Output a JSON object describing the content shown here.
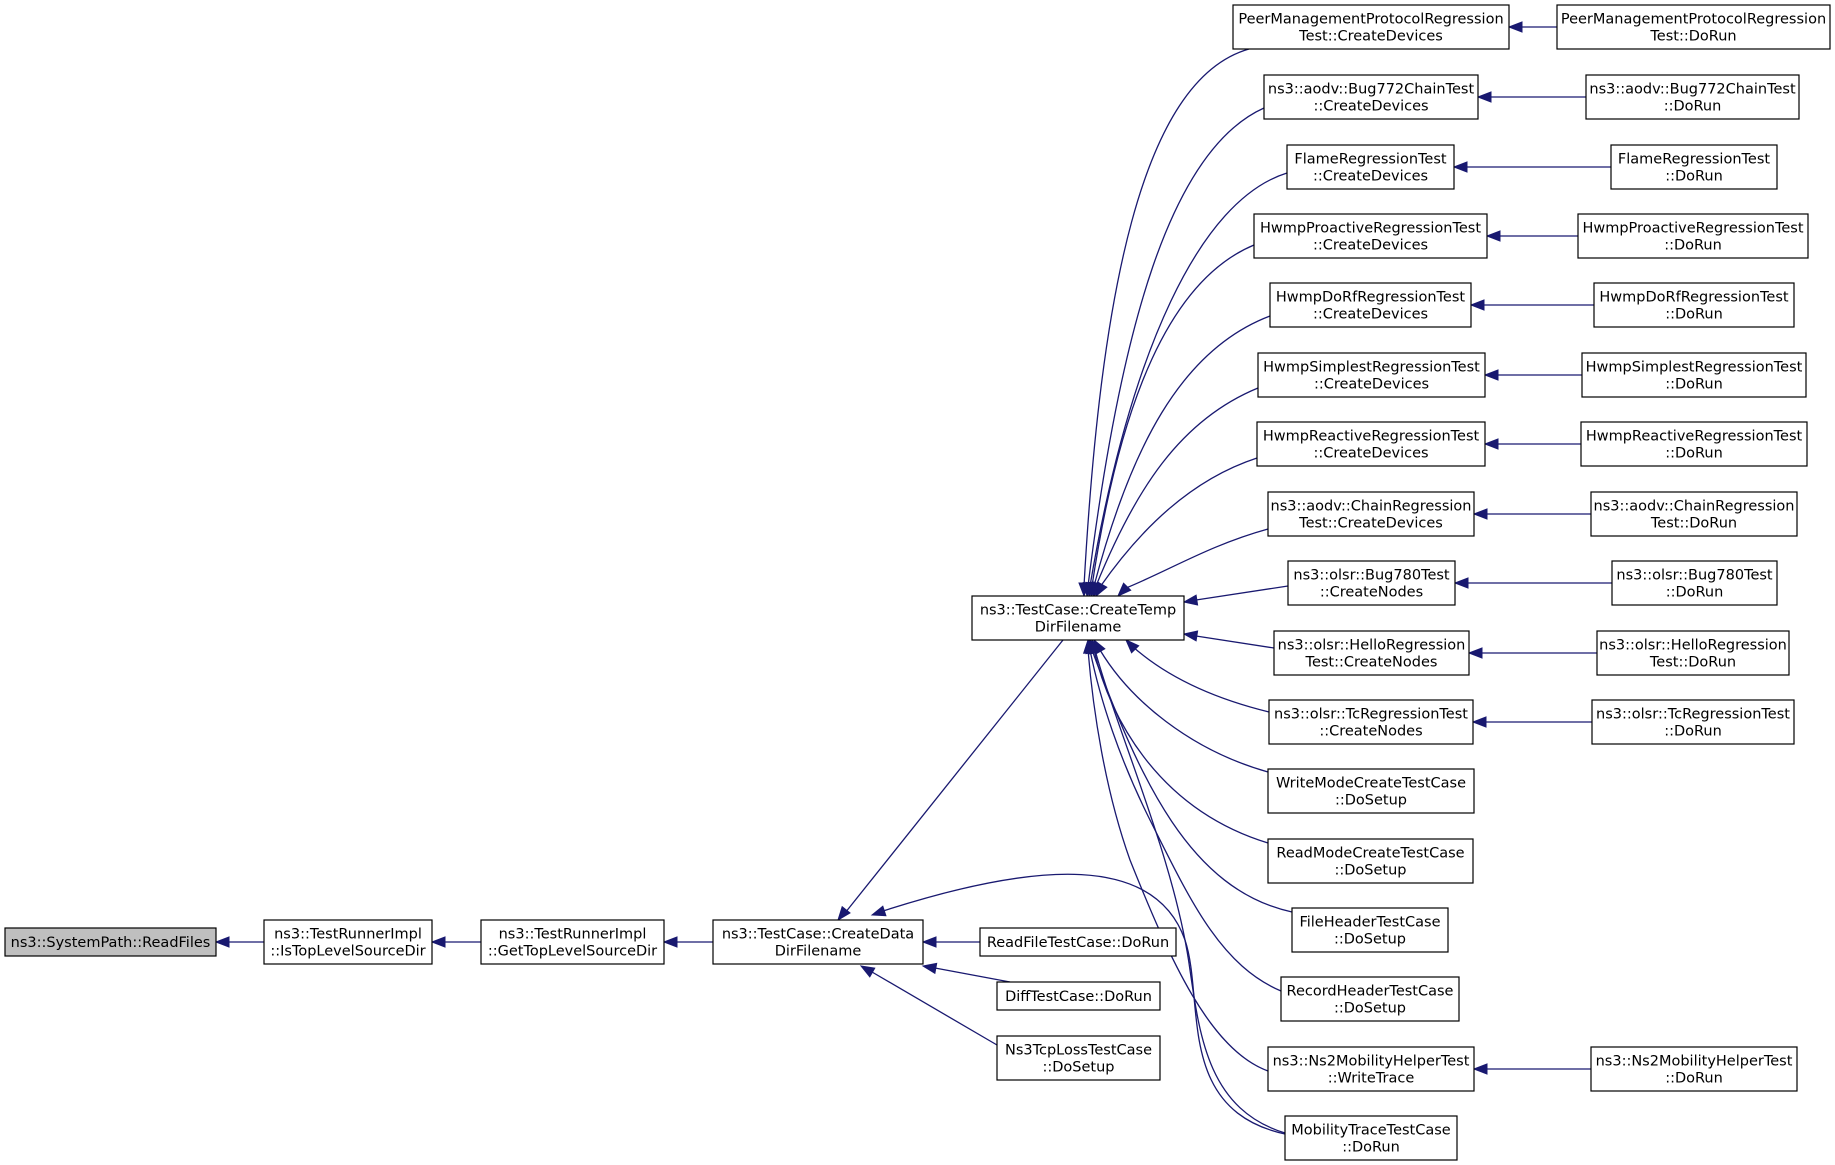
{
  "diagram": {
    "type": "call-graph",
    "colors": {
      "edge": "#191970",
      "root_fill": "#bfbfbf",
      "node_fill": "#ffffff",
      "border": "#000000"
    },
    "nodes": [
      {
        "id": "readfiles",
        "lines": [
          "ns3::SystemPath::ReadFiles"
        ],
        "root": true
      },
      {
        "id": "istoplevel",
        "lines": [
          "ns3::TestRunnerImpl",
          "::IsTopLevelSourceDir"
        ]
      },
      {
        "id": "gettoplevel",
        "lines": [
          "ns3::TestRunnerImpl",
          "::GetTopLevelSourceDir"
        ]
      },
      {
        "id": "createdata",
        "lines": [
          "ns3::TestCase::CreateData",
          "DirFilename"
        ]
      },
      {
        "id": "createtemp",
        "lines": [
          "ns3::TestCase::CreateTemp",
          "DirFilename"
        ]
      },
      {
        "id": "readfiletc",
        "lines": [
          "ReadFileTestCase::DoRun"
        ]
      },
      {
        "id": "difftc",
        "lines": [
          "DiffTestCase::DoRun"
        ]
      },
      {
        "id": "ns3tcploss",
        "lines": [
          "Ns3TcpLossTestCase",
          "::DoSetup"
        ]
      },
      {
        "id": "peer_cd",
        "lines": [
          "PeerManagementProtocolRegression",
          "Test::CreateDevices"
        ]
      },
      {
        "id": "peer_dr",
        "lines": [
          "PeerManagementProtocolRegression",
          "Test::DoRun"
        ]
      },
      {
        "id": "bug772_cd",
        "lines": [
          "ns3::aodv::Bug772ChainTest",
          "::CreateDevices"
        ]
      },
      {
        "id": "bug772_dr",
        "lines": [
          "ns3::aodv::Bug772ChainTest",
          "::DoRun"
        ]
      },
      {
        "id": "flame_cd",
        "lines": [
          "FlameRegressionTest",
          "::CreateDevices"
        ]
      },
      {
        "id": "flame_dr",
        "lines": [
          "FlameRegressionTest",
          "::DoRun"
        ]
      },
      {
        "id": "hwmppro_cd",
        "lines": [
          "HwmpProactiveRegressionTest",
          "::CreateDevices"
        ]
      },
      {
        "id": "hwmppro_dr",
        "lines": [
          "HwmpProactiveRegressionTest",
          "::DoRun"
        ]
      },
      {
        "id": "hwmpdorf_cd",
        "lines": [
          "HwmpDoRfRegressionTest",
          "::CreateDevices"
        ]
      },
      {
        "id": "hwmpdorf_dr",
        "lines": [
          "HwmpDoRfRegressionTest",
          "::DoRun"
        ]
      },
      {
        "id": "hwmpsim_cd",
        "lines": [
          "HwmpSimplestRegressionTest",
          "::CreateDevices"
        ]
      },
      {
        "id": "hwmpsim_dr",
        "lines": [
          "HwmpSimplestRegressionTest",
          "::DoRun"
        ]
      },
      {
        "id": "hwmprea_cd",
        "lines": [
          "HwmpReactiveRegressionTest",
          "::CreateDevices"
        ]
      },
      {
        "id": "hwmprea_dr",
        "lines": [
          "HwmpReactiveRegressionTest",
          "::DoRun"
        ]
      },
      {
        "id": "aodvchain_cd",
        "lines": [
          "ns3::aodv::ChainRegression",
          "Test::CreateDevices"
        ]
      },
      {
        "id": "aodvchain_dr",
        "lines": [
          "ns3::aodv::ChainRegression",
          "Test::DoRun"
        ]
      },
      {
        "id": "bug780_cn",
        "lines": [
          "ns3::olsr::Bug780Test",
          "::CreateNodes"
        ]
      },
      {
        "id": "bug780_dr",
        "lines": [
          "ns3::olsr::Bug780Test",
          "::DoRun"
        ]
      },
      {
        "id": "hello_cn",
        "lines": [
          "ns3::olsr::HelloRegression",
          "Test::CreateNodes"
        ]
      },
      {
        "id": "hello_dr",
        "lines": [
          "ns3::olsr::HelloRegression",
          "Test::DoRun"
        ]
      },
      {
        "id": "tc_cn",
        "lines": [
          "ns3::olsr::TcRegressionTest",
          "::CreateNodes"
        ]
      },
      {
        "id": "tc_dr",
        "lines": [
          "ns3::olsr::TcRegressionTest",
          "::DoRun"
        ]
      },
      {
        "id": "writemode",
        "lines": [
          "WriteModeCreateTestCase",
          "::DoSetup"
        ]
      },
      {
        "id": "readmode",
        "lines": [
          "ReadModeCreateTestCase",
          "::DoSetup"
        ]
      },
      {
        "id": "fileheader",
        "lines": [
          "FileHeaderTestCase",
          "::DoSetup"
        ]
      },
      {
        "id": "recordheader",
        "lines": [
          "RecordHeaderTestCase",
          "::DoSetup"
        ]
      },
      {
        "id": "ns2mob_wt",
        "lines": [
          "ns3::Ns2MobilityHelperTest",
          "::WriteTrace"
        ]
      },
      {
        "id": "ns2mob_dr",
        "lines": [
          "ns3::Ns2MobilityHelperTest",
          "::DoRun"
        ]
      },
      {
        "id": "mobtrace",
        "lines": [
          "MobilityTraceTestCase",
          "::DoRun"
        ]
      }
    ],
    "edges": [
      {
        "from": "istoplevel",
        "to": "readfiles"
      },
      {
        "from": "gettoplevel",
        "to": "istoplevel"
      },
      {
        "from": "createdata",
        "to": "gettoplevel"
      },
      {
        "from": "createtemp",
        "to": "createdata"
      },
      {
        "from": "readfiletc",
        "to": "createdata"
      },
      {
        "from": "difftc",
        "to": "createdata"
      },
      {
        "from": "ns3tcploss",
        "to": "createdata"
      },
      {
        "from": "mobtrace",
        "to": "createdata"
      },
      {
        "from": "peer_cd",
        "to": "createtemp"
      },
      {
        "from": "bug772_cd",
        "to": "createtemp"
      },
      {
        "from": "flame_cd",
        "to": "createtemp"
      },
      {
        "from": "hwmppro_cd",
        "to": "createtemp"
      },
      {
        "from": "hwmpdorf_cd",
        "to": "createtemp"
      },
      {
        "from": "hwmpsim_cd",
        "to": "createtemp"
      },
      {
        "from": "hwmprea_cd",
        "to": "createtemp"
      },
      {
        "from": "aodvchain_cd",
        "to": "createtemp"
      },
      {
        "from": "bug780_cn",
        "to": "createtemp"
      },
      {
        "from": "hello_cn",
        "to": "createtemp"
      },
      {
        "from": "tc_cn",
        "to": "createtemp"
      },
      {
        "from": "writemode",
        "to": "createtemp"
      },
      {
        "from": "readmode",
        "to": "createtemp"
      },
      {
        "from": "fileheader",
        "to": "createtemp"
      },
      {
        "from": "recordheader",
        "to": "createtemp"
      },
      {
        "from": "ns2mob_wt",
        "to": "createtemp"
      },
      {
        "from": "mobtrace",
        "to": "createtemp"
      },
      {
        "from": "peer_dr",
        "to": "peer_cd"
      },
      {
        "from": "bug772_dr",
        "to": "bug772_cd"
      },
      {
        "from": "flame_dr",
        "to": "flame_cd"
      },
      {
        "from": "hwmppro_dr",
        "to": "hwmppro_cd"
      },
      {
        "from": "hwmpdorf_dr",
        "to": "hwmpdorf_cd"
      },
      {
        "from": "hwmpsim_dr",
        "to": "hwmpsim_cd"
      },
      {
        "from": "hwmprea_dr",
        "to": "hwmprea_cd"
      },
      {
        "from": "aodvchain_dr",
        "to": "aodvchain_cd"
      },
      {
        "from": "bug780_dr",
        "to": "bug780_cn"
      },
      {
        "from": "hello_dr",
        "to": "hello_cn"
      },
      {
        "from": "tc_dr",
        "to": "tc_cn"
      },
      {
        "from": "ns2mob_dr",
        "to": "ns2mob_wt"
      }
    ]
  }
}
